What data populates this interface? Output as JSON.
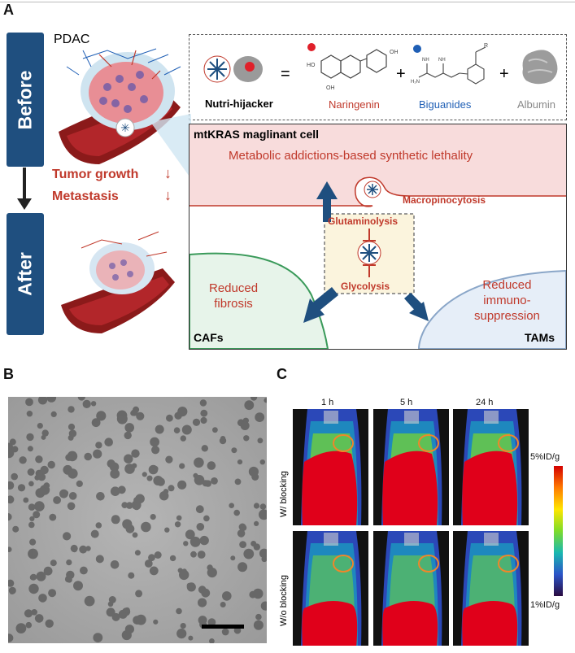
{
  "panel_labels": {
    "a": "A",
    "b": "B",
    "c": "C"
  },
  "panel_a": {
    "stage_before": "Before",
    "stage_after": "After",
    "pdac_label": "PDAC",
    "tumor_growth": "Tumor growth",
    "metastasis": "Metastasis",
    "down_arrow": "↓",
    "formula": {
      "nutri_hijacker": "Nutri-hijacker",
      "equals": "=",
      "plus": "+",
      "naringenin": "Naringenin",
      "biguanides": "Biguanides",
      "albumin": "Albumin"
    },
    "cell_title": "mtKRAS maglinant cell",
    "lethality": "Metabolic addictions-based synthetic lethality",
    "macropinocytosis": "Macropinocytosis",
    "glutaminolysis": "Glutaminolysis",
    "glycolysis": "Glycolysis",
    "reduced_fibrosis": "Reduced\nfibrosis",
    "reduced_immuno": "Reduced\nimmuno-\nsuppression",
    "cafs": "CAFs",
    "tams": "TAMs"
  },
  "panel_c": {
    "time_points": [
      "1 h",
      "5 h",
      "24 h"
    ],
    "row_labels": [
      "W/ blocking",
      "W/o blocking"
    ],
    "scale_max": "5%ID/g",
    "scale_min": "1%ID/g"
  },
  "colors": {
    "navy": "#1f4f7f",
    "red": "#c0392b",
    "blue": "#1f5fb5",
    "gray": "#888888"
  }
}
